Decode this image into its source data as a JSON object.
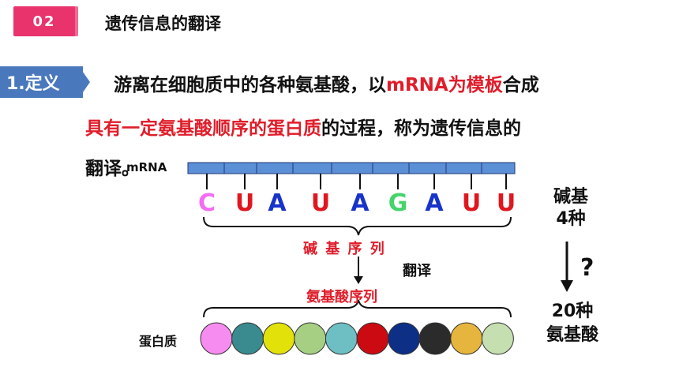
{
  "header": {
    "badge": "02",
    "title": "遗传信息的翻译"
  },
  "definition": {
    "label": "1.定义",
    "line1_pre": "游离在细胞质中的各种氨基酸，以",
    "line1_red": "mRNA为模板",
    "line1_post": "合成",
    "line2_red": "具有一定氨基酸顺序的蛋白质",
    "line2_post": "的过程，称为遗传信息的",
    "line3": "翻译。"
  },
  "diagram": {
    "mrna_label": "mRNA",
    "bases": [
      {
        "letter": "C",
        "color": "#f36cf3"
      },
      {
        "letter": "U",
        "color": "#e0171f"
      },
      {
        "letter": "A",
        "color": "#1733c9"
      },
      {
        "letter": "U",
        "color": "#e0171f"
      },
      {
        "letter": "A",
        "color": "#1733c9"
      },
      {
        "letter": "G",
        "color": "#43d46b"
      },
      {
        "letter": "A",
        "color": "#1733c9"
      },
      {
        "letter": "U",
        "color": "#e0171f"
      },
      {
        "letter": "U",
        "color": "#e0171f"
      }
    ],
    "base_sequence_label": "碱 基 序 列",
    "translate_label": "翻译",
    "amino_sequence_label": "氨基酸序列",
    "protein_label": "蛋白质",
    "beads": [
      "#f78cf0",
      "#3a8b8f",
      "#e3e10a",
      "#a6cf84",
      "#6dbfc4",
      "#cc0a12",
      "#0d2f86",
      "#2b2b2b",
      "#e6b53d",
      "#c6dfb0"
    ],
    "right_top_line1": "碱基",
    "right_top_line2": "4种",
    "question": "?",
    "right_bottom_line1": "20种",
    "right_bottom_line2": "氨基酸"
  }
}
